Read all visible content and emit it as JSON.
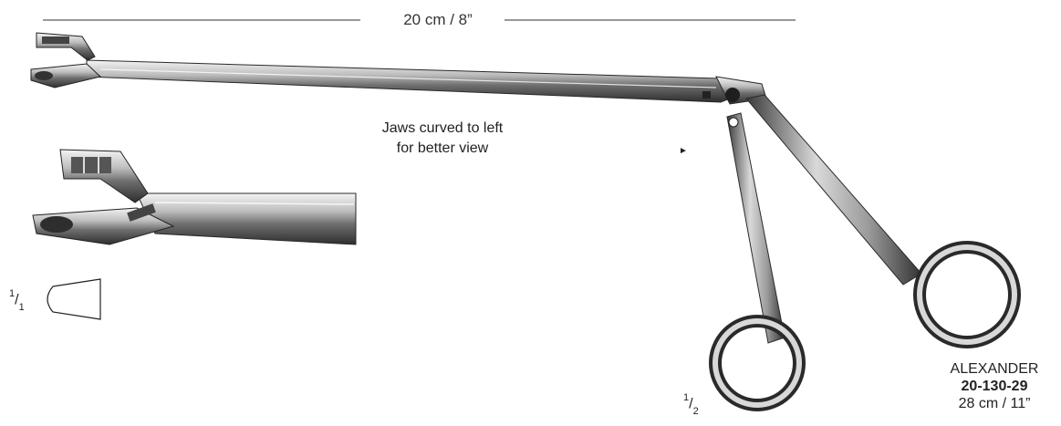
{
  "scale": {
    "length_label": "20 cm / 8”"
  },
  "note": {
    "line1": "Jaws curved to left",
    "line2": "for better view"
  },
  "tip_scale": {
    "numerator": "1",
    "denominator": "1"
  },
  "view_scale": {
    "numerator": "1",
    "denominator": "2"
  },
  "product": {
    "name": "ALEXANDER",
    "code": "20-130-29",
    "size": "28 cm / 11”"
  },
  "colors": {
    "metal_dark": "#3a3a3a",
    "metal_mid": "#8a8a8a",
    "metal_light": "#e8e8e8",
    "ink": "#222222"
  }
}
